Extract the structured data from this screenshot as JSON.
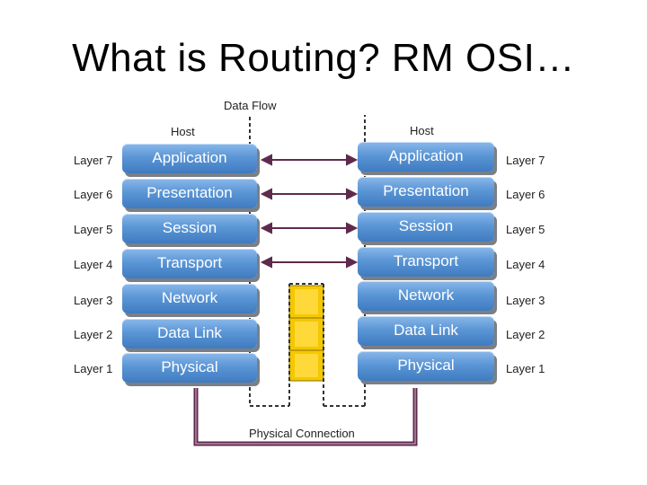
{
  "title": "What is Routing? RM OSI…",
  "diagram": {
    "data_flow_label": "Data Flow",
    "left_host_label": "Host",
    "right_host_label": "Host",
    "physical_connection_label": "Physical Connection",
    "layers": [
      {
        "number_label": "Layer 7",
        "name": "Application"
      },
      {
        "number_label": "Layer 6",
        "name": "Presentation"
      },
      {
        "number_label": "Layer 5",
        "name": "Session"
      },
      {
        "number_label": "Layer 4",
        "name": "Transport"
      },
      {
        "number_label": "Layer 3",
        "name": "Network"
      },
      {
        "number_label": "Layer 2",
        "name": "Data Link"
      },
      {
        "number_label": "Layer 1",
        "name": "Physical"
      }
    ],
    "colors": {
      "layer_blue": "#5b96d6",
      "router_yellow": "#f4c800",
      "connection_purple": "#5e2a4d"
    }
  }
}
